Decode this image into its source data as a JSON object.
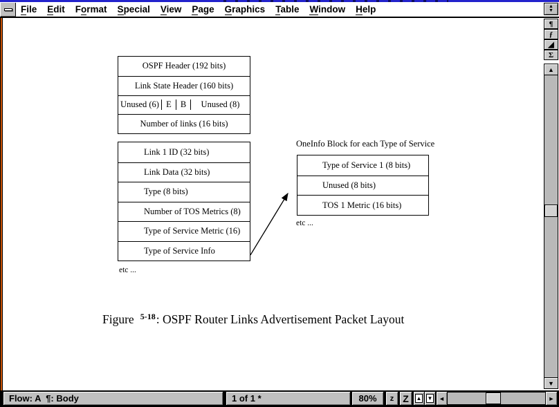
{
  "colors": {
    "title-blue": "#2222cc",
    "border-orange": "#cc5500",
    "ui-gray": "#c0c0c0",
    "track-gray": "#b9b9b9"
  },
  "menu_bar": {
    "control_menu": "–",
    "items": [
      {
        "pre": "",
        "key": "F",
        "post": "ile"
      },
      {
        "pre": "",
        "key": "E",
        "post": "dit"
      },
      {
        "pre": "F",
        "key": "o",
        "post": "rmat"
      },
      {
        "pre": "",
        "key": "S",
        "post": "pecial"
      },
      {
        "pre": "",
        "key": "V",
        "post": "iew"
      },
      {
        "pre": "",
        "key": "P",
        "post": "age"
      },
      {
        "pre": "",
        "key": "G",
        "post": "raphics"
      },
      {
        "pre": "",
        "key": "T",
        "post": "able"
      },
      {
        "pre": "",
        "key": "W",
        "post": "indow"
      },
      {
        "pre": "",
        "key": "H",
        "post": "elp"
      }
    ]
  },
  "side_tools": {
    "spinner_up": "▲",
    "spinner_down": "▼",
    "paragraph_catalog": "¶",
    "character_catalog": "ƒ",
    "tools_palette": "◢",
    "equations": "Σ",
    "scroll_up": "▲",
    "scroll_down": "▼"
  },
  "document": {
    "top_block": {
      "row1": "OSPF Header (192 bits)",
      "row2": "Link State Header (160 bits)",
      "flags": [
        "Unused (6)",
        "E",
        "B",
        "Unused (8)"
      ],
      "row4": "Number of links (16 bits)"
    },
    "link_block": {
      "rows": [
        "Link 1 ID (32 bits)",
        "Link Data (32 bits)",
        "Type (8 bits)",
        "Number of TOS Metrics (8)",
        "Type of Service Metric (16)",
        "Type of Service Info"
      ],
      "etc": "etc ..."
    },
    "tos_block": {
      "label": "OneInfo Block for each Type of Service",
      "rows": [
        "Type of Service 1 (8 bits)",
        "Unused (8 bits)",
        "TOS 1 Metric (16 bits)"
      ],
      "etc": "etc ..."
    },
    "caption": {
      "word": "Figure",
      "number": "5-18",
      "rest": ": OSPF Router Links Advertisement Packet Layout"
    }
  },
  "status_bar": {
    "flow": "Flow: A  ¶: Body",
    "page": "1 of 1 *",
    "zoom_level": "80%",
    "zoom_out": "z",
    "zoom_in": "Z",
    "page_up": "▲",
    "page_down": "▼",
    "scroll_left": "◄",
    "scroll_right": "►"
  }
}
